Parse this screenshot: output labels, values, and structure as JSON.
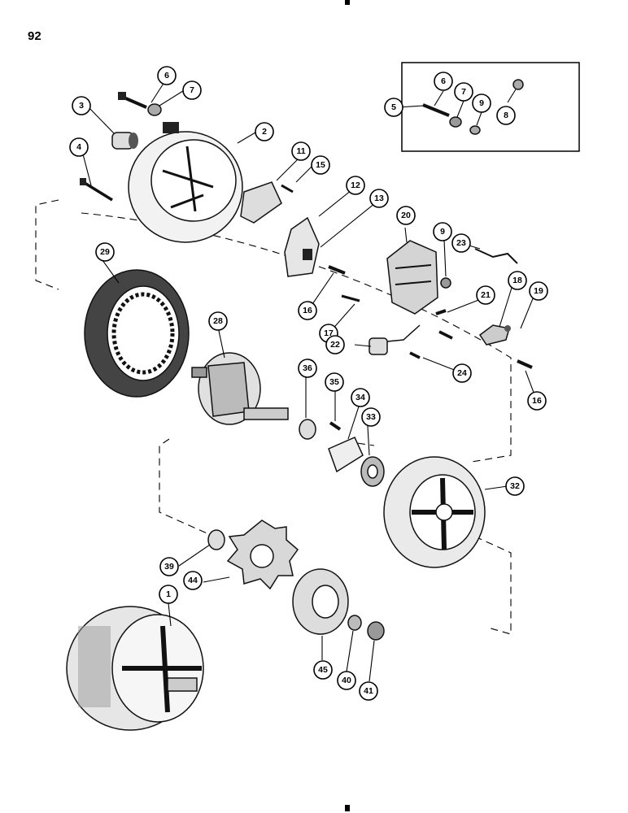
{
  "page_number": "92",
  "callouts": [
    {
      "id": "c1",
      "label": "1"
    },
    {
      "id": "c2",
      "label": "2"
    },
    {
      "id": "c3",
      "label": "3"
    },
    {
      "id": "c4",
      "label": "4"
    },
    {
      "id": "c5",
      "label": "5"
    },
    {
      "id": "c6a",
      "label": "6"
    },
    {
      "id": "c6b",
      "label": "6"
    },
    {
      "id": "c7a",
      "label": "7"
    },
    {
      "id": "c7b",
      "label": "7"
    },
    {
      "id": "c8",
      "label": "8"
    },
    {
      "id": "c9a",
      "label": "9"
    },
    {
      "id": "c9b",
      "label": "9"
    },
    {
      "id": "c11",
      "label": "11"
    },
    {
      "id": "c12",
      "label": "12"
    },
    {
      "id": "c13",
      "label": "13"
    },
    {
      "id": "c15",
      "label": "15"
    },
    {
      "id": "c16a",
      "label": "16"
    },
    {
      "id": "c16b",
      "label": "16"
    },
    {
      "id": "c17",
      "label": "17"
    },
    {
      "id": "c18",
      "label": "18"
    },
    {
      "id": "c19",
      "label": "19"
    },
    {
      "id": "c20",
      "label": "20"
    },
    {
      "id": "c21",
      "label": "21"
    },
    {
      "id": "c22",
      "label": "22"
    },
    {
      "id": "c23",
      "label": "23"
    },
    {
      "id": "c24",
      "label": "24"
    },
    {
      "id": "c28",
      "label": "28"
    },
    {
      "id": "c29",
      "label": "29"
    },
    {
      "id": "c32",
      "label": "32"
    },
    {
      "id": "c33",
      "label": "33"
    },
    {
      "id": "c34",
      "label": "34"
    },
    {
      "id": "c35",
      "label": "35"
    },
    {
      "id": "c36",
      "label": "36"
    },
    {
      "id": "c39",
      "label": "39"
    },
    {
      "id": "c40",
      "label": "40"
    },
    {
      "id": "c41",
      "label": "41"
    },
    {
      "id": "c44",
      "label": "44"
    },
    {
      "id": "c45",
      "label": "45"
    }
  ]
}
